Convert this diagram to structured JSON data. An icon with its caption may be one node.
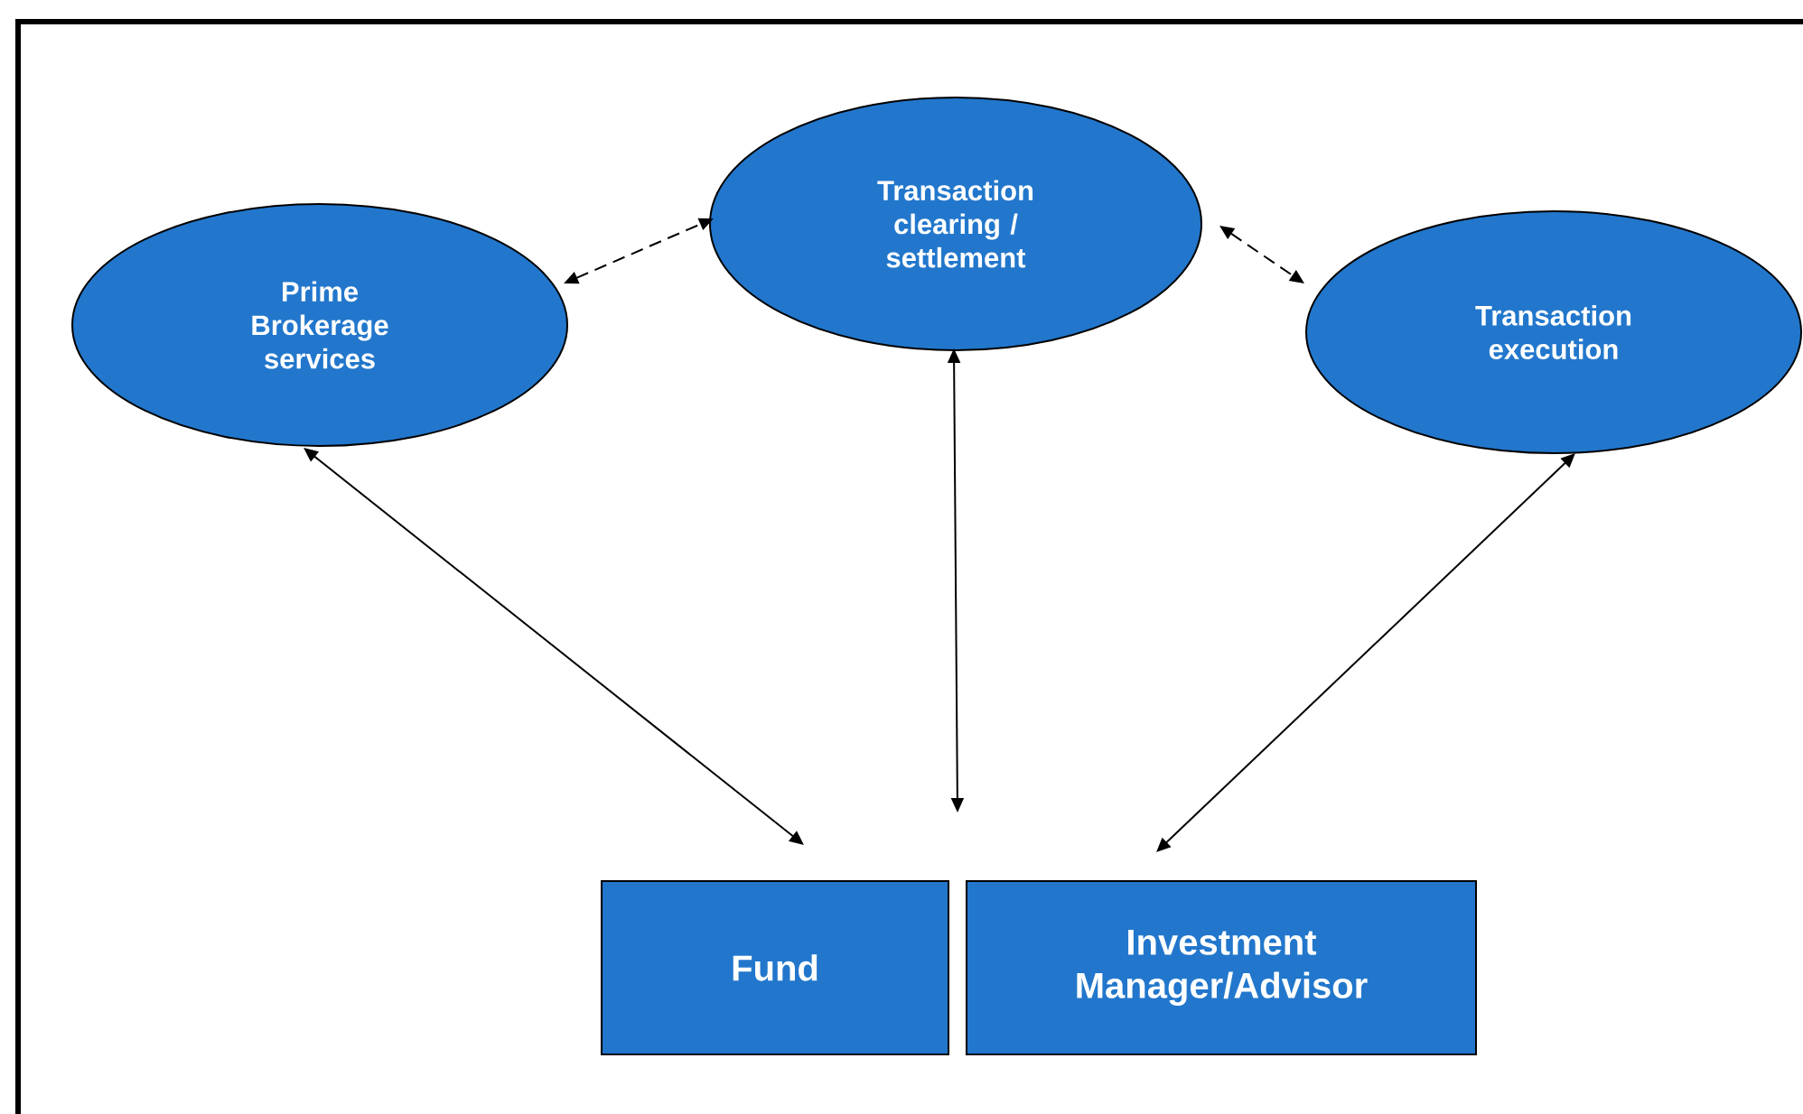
{
  "diagram": {
    "nodes": [
      {
        "text": [
          "Prime Brokerage services"
        ]
      },
      {
        "text": [
          "Transaction clearing / settlement"
        ]
      },
      {
        "text": [
          "Transaction execution"
        ]
      },
      {
        "text": [
          "Fund"
        ]
      },
      {
        "text": [
          "Investment Manager/Advisor"
        ]
      }
    ],
    "edges": [
      {
        "from": 0,
        "to": 3,
        "arrow": "both"
      },
      {
        "from": 1,
        "to": 3,
        "arrow": "both"
      },
      {
        "from": 2,
        "to": 4,
        "arrow": "both"
      },
      {
        "from": 0,
        "to": 1,
        "arrow": "both",
        "style": "dashed"
      },
      {
        "from": 1,
        "to": 2,
        "arrow": "both",
        "style": "dashed"
      }
    ]
  }
}
